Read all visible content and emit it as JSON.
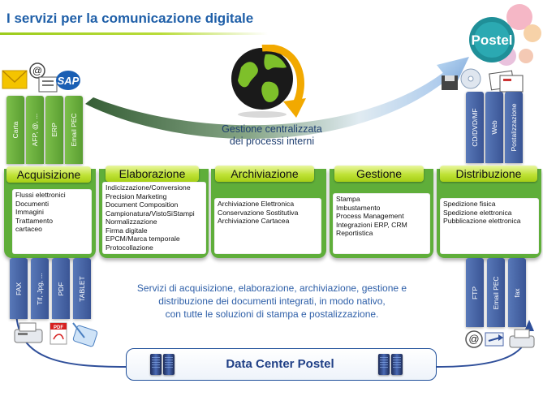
{
  "header": {
    "title": "I servizi per la comunicazione digitale"
  },
  "logo": {
    "text": "Postel"
  },
  "center": {
    "caption_line1": "Gestione centralizzata",
    "caption_line2": "dei processi interni"
  },
  "stages": [
    {
      "label": "Acquisizione",
      "items": [
        "Flussi elettronici",
        "Documenti",
        "Immagini",
        "Trattamento",
        "cartaceo"
      ]
    },
    {
      "label": "Elaborazione",
      "items": [
        "Indicizzazione/Conversione",
        "Precision Marketing",
        "Document Composition",
        "Campionatura/VistoSiStampi",
        "Normalizzazione",
        "Firma digitale",
        "EPCM/Marca temporale",
        "Protocollazione"
      ]
    },
    {
      "label": "Archiviazione",
      "items": [
        "Archiviazione Elettronica",
        "Conservazione Sostitutiva",
        "Archiviazione Cartacea"
      ]
    },
    {
      "label": "Gestione",
      "items": [
        "Stampa",
        "Imbustamento",
        "Process Management",
        "Integrazioni ERP, CRM",
        "Reportistica"
      ]
    },
    {
      "label": "Distribuzione",
      "items": [
        "Spedizione fisica",
        "Spedizione elettronica",
        "Pubblicazione elettronica"
      ]
    }
  ],
  "input_top_tabs": [
    "Carta",
    "AFP, @, ...",
    "ERP",
    "Email PEC"
  ],
  "input_bottom_tabs": [
    "FAX",
    "Tif, Jpg, ...",
    "PDF",
    "TABLET"
  ],
  "output_top_tabs": [
    "CD/DVD/MF",
    "Web",
    "Postalizzazione"
  ],
  "output_bottom_tabs": [
    "FTP",
    "Email PEC",
    "fax"
  ],
  "description": {
    "line1": "Servizi di acquisizione, elaborazione, archiviazione, gestione e",
    "line2": "distribuzione dei documenti integrati, in modo nativo,",
    "line3": "con tutte le soluzioni di stampa e postalizzazione."
  },
  "datacenter": {
    "label": "Data Center Postel"
  },
  "colors": {
    "title_blue": "#1f5fa8",
    "stage_green": "#b5dc2a",
    "panel_green": "#5fae3a",
    "tab_blue": "#4a66a8",
    "arrow_blue": "#2f4f9a",
    "logo_teal": "#1f8f98"
  },
  "icons": [
    "envelope-icon",
    "at-sign-icon",
    "sap-logo-icon",
    "globe-arrow-icon",
    "cd-dvd-icon",
    "letters-icon",
    "fax-machine-icon",
    "pdf-document-icon",
    "tablet-pen-icon",
    "email-at-icon",
    "ftp-transfer-icon",
    "server-icon"
  ]
}
